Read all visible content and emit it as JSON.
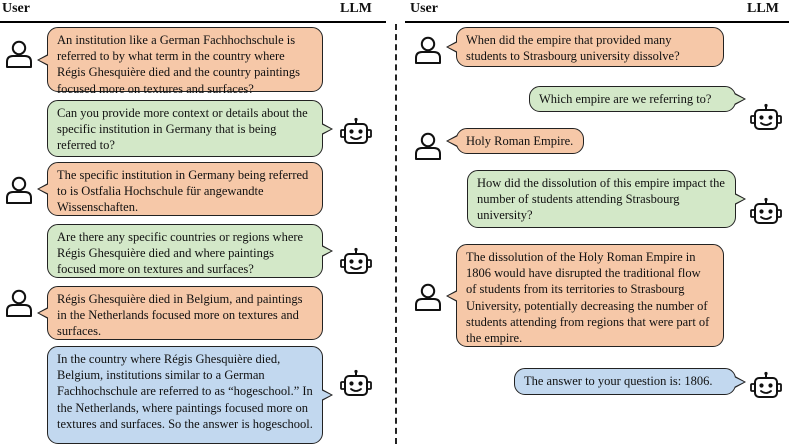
{
  "header": {
    "user_label": "User",
    "llm_label": "LLM"
  },
  "left_panel": {
    "messages": [
      {
        "role": "user",
        "text": "An institution like a German Fachhochschule is referred to by what term in the country where Régis Ghesquière died and the country paintings focused more on textures and surfaces?"
      },
      {
        "role": "llm",
        "text": "Can you provide more context or details about the specific institution in Germany that is being referred to?"
      },
      {
        "role": "user",
        "text": "The specific institution in Germany being referred to is Ostfalia Hochschule für angewandte Wissenschaften."
      },
      {
        "role": "llm",
        "text": "Are there any specific countries or regions where Régis Ghesquière died and where paintings focused more on textures and surfaces?"
      },
      {
        "role": "user",
        "text": "Régis Ghesquière died in Belgium, and paintings in the Netherlands focused more on textures and surfaces."
      },
      {
        "role": "llm",
        "text": "In the country where Régis Ghesquière died, Belgium, institutions similar to a German Fachhochschule are referred to as “hogeschool.” In the Netherlands, where paintings focused more on textures and surfaces. So the answer is hogeschool."
      }
    ]
  },
  "right_panel": {
    "messages": [
      {
        "role": "user",
        "text": "When did the empire that provided many students to Strasbourg university dissolve?"
      },
      {
        "role": "llm",
        "text": "Which empire are we referring to?"
      },
      {
        "role": "user",
        "text": "Holy Roman Empire."
      },
      {
        "role": "llm",
        "text": "How did the dissolution of this empire impact the number of students attending Strasbourg university?"
      },
      {
        "role": "user",
        "text": "The dissolution of the Holy Roman Empire in 1806 would have disrupted the traditional flow of students from its territories to Strasbourg University, potentially decreasing the number of students attending from regions that were part of the empire."
      },
      {
        "role": "llm",
        "text": "The answer to your question is: 1806."
      }
    ]
  },
  "colors": {
    "user_bubble": "#f6c8a8",
    "llm_bubble": "#d3e8c8",
    "answer_bubble": "#c2d8ef"
  },
  "icons": {
    "user": "person-icon",
    "llm": "robot-icon"
  }
}
